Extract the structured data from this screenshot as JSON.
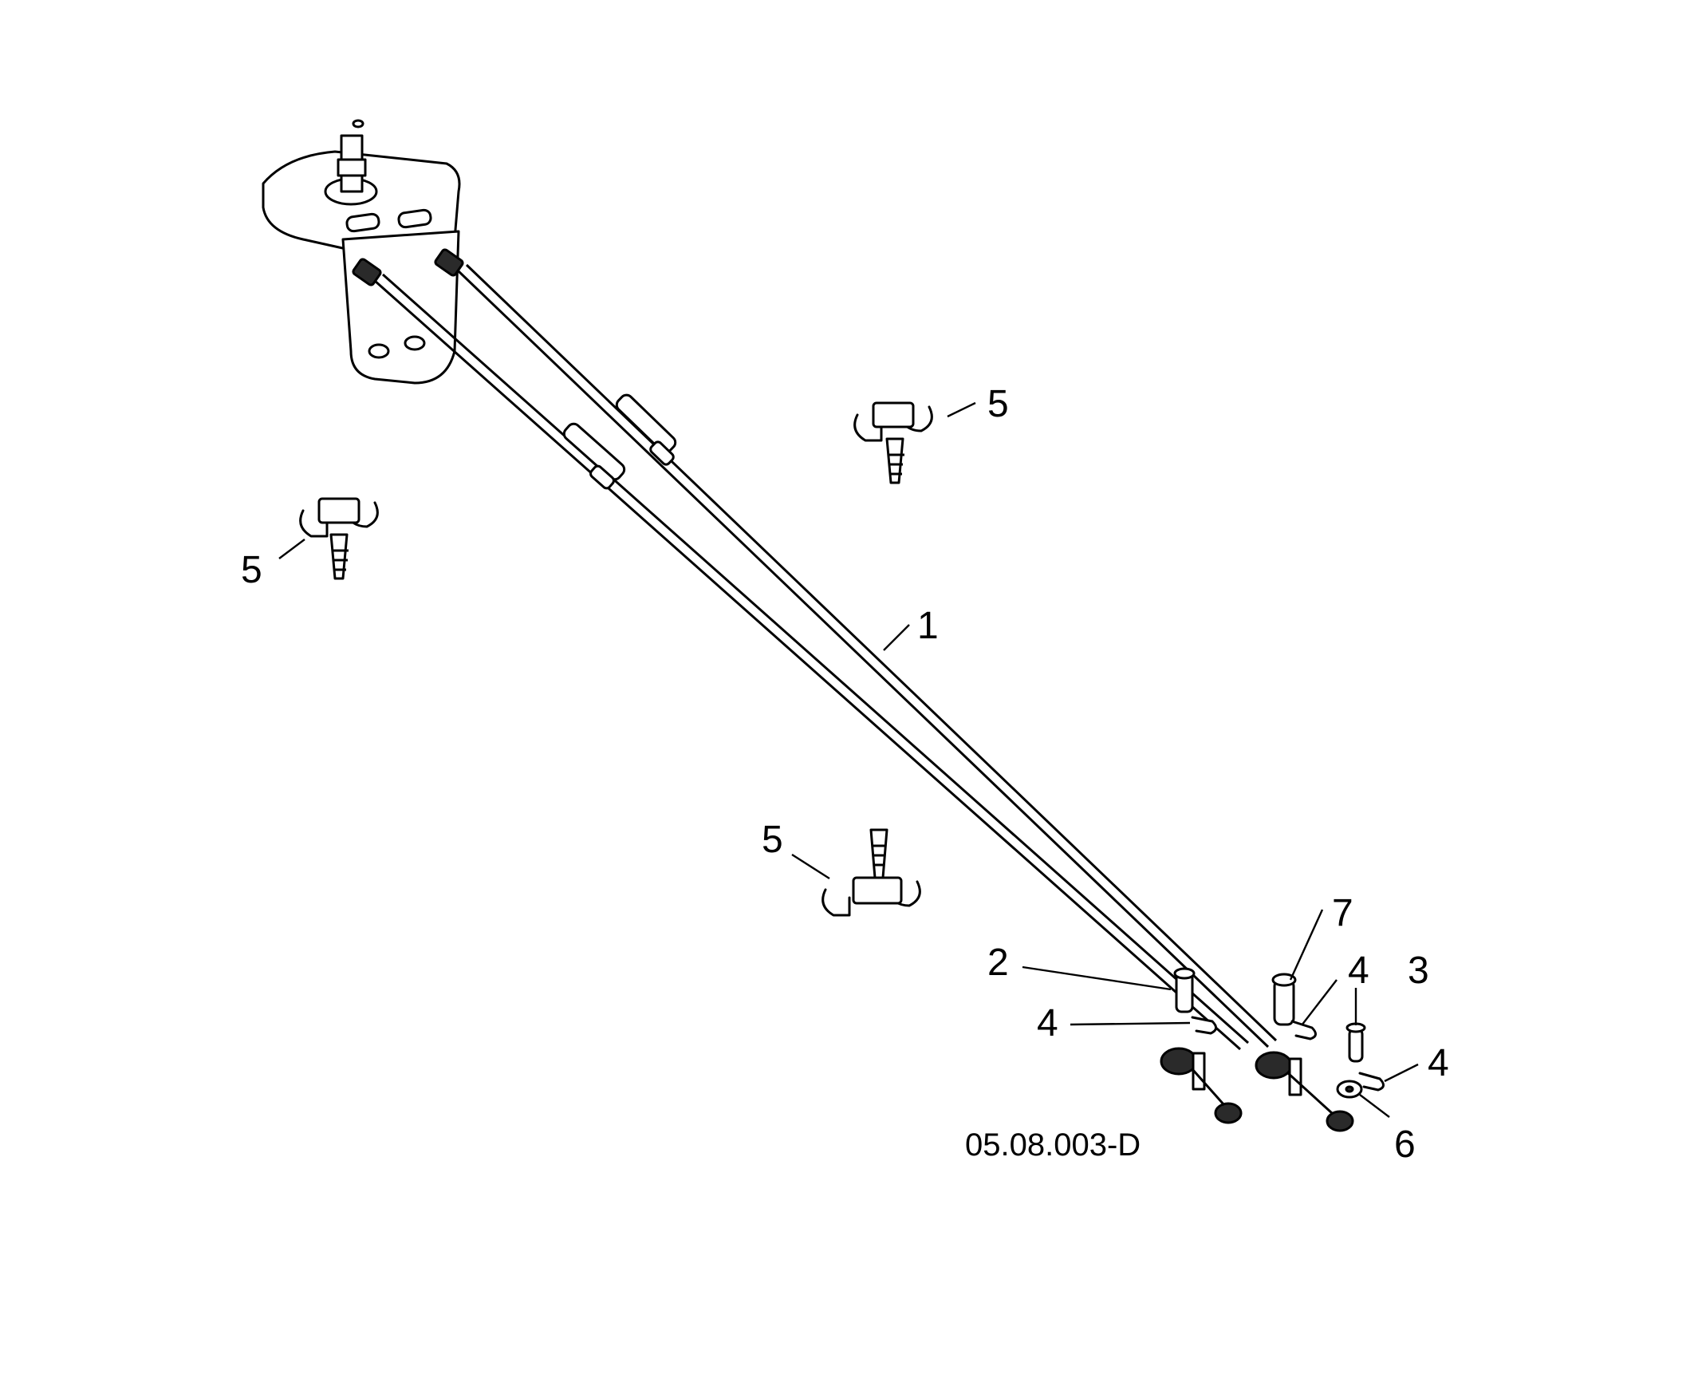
{
  "drawing_id": "05.08.003-D",
  "callouts": {
    "c1": "1",
    "c2": "2",
    "c3": "3",
    "c4a": "4",
    "c4b": "4",
    "c4c": "4",
    "c5a": "5",
    "c5b": "5",
    "c5c": "5",
    "c6": "6",
    "c7": "7"
  }
}
